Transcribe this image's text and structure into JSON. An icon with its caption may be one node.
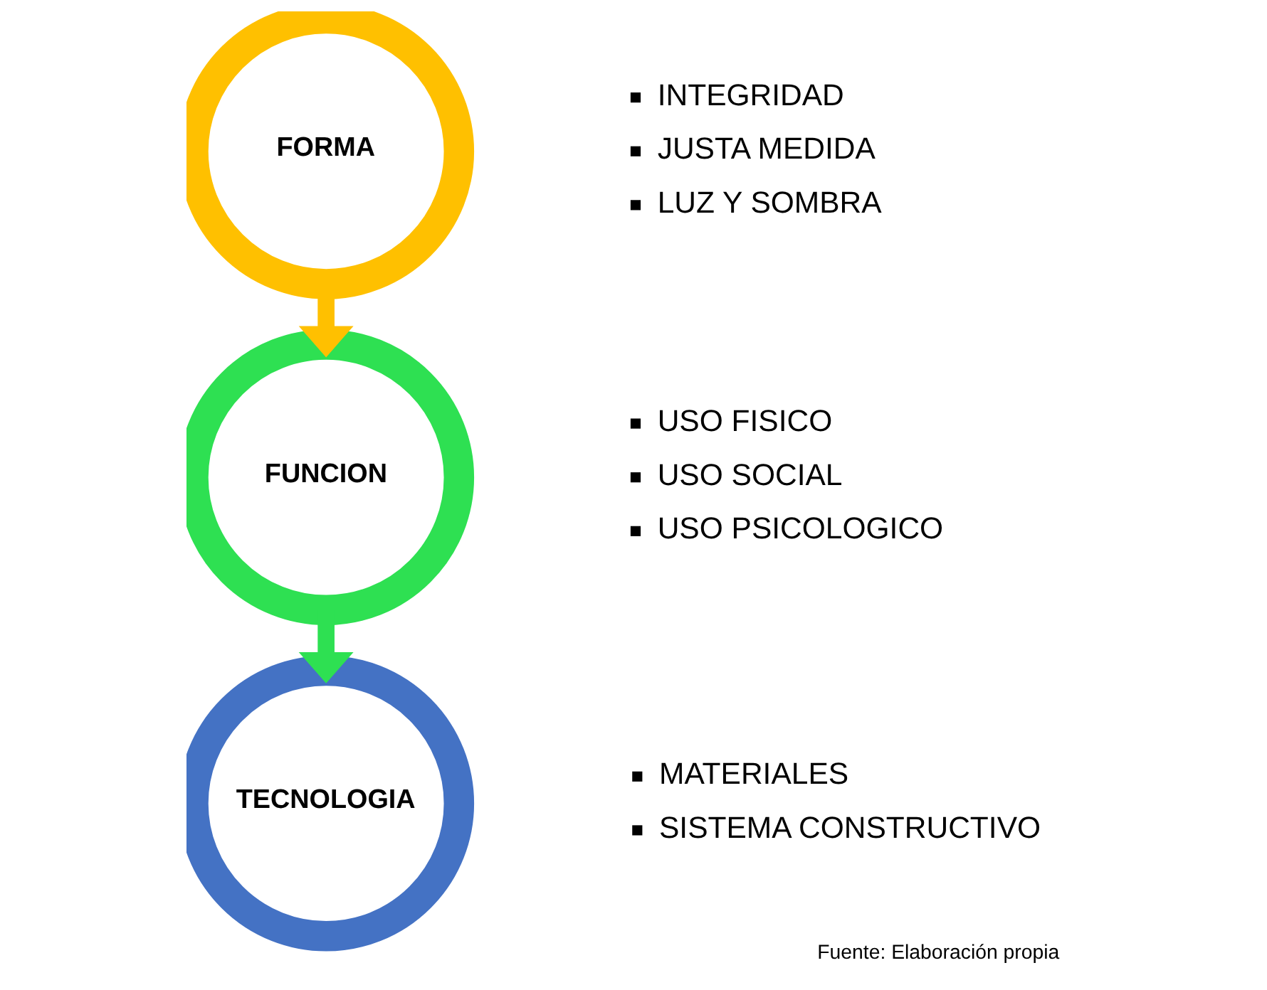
{
  "diagram": {
    "caption": "Fuente: Elaboración propia",
    "nodes": [
      {
        "text": [
          "FORMA"
        ],
        "beside": [
          "INTEGRIDAD",
          "JUSTA MEDIDA",
          "LUZ Y SOMBRA"
        ]
      },
      {
        "text": [
          "FUNCION"
        ],
        "beside": [
          "USO FISICO",
          "USO SOCIAL",
          "USO PSICOLOGICO"
        ]
      },
      {
        "text": [
          "TECNOLOGIA"
        ],
        "beside": [
          "MATERIALES",
          "SISTEMA CONSTRUCTIVO"
        ]
      }
    ],
    "edges": [
      {
        "from": 0,
        "to": 1,
        "arrow": "to",
        "color": "#ffc000"
      },
      {
        "from": 1,
        "to": 2,
        "arrow": "to",
        "color": "#2ee052"
      }
    ]
  }
}
